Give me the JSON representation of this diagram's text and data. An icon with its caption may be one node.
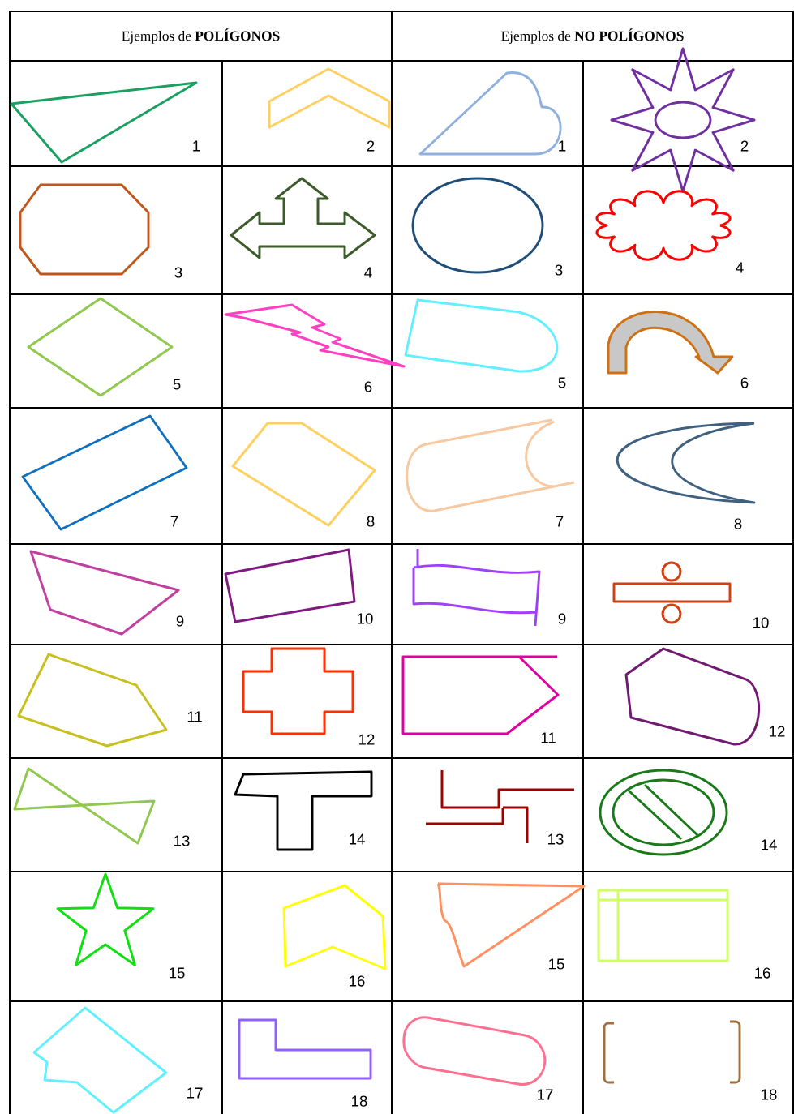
{
  "diagram": {
    "labels": [
      "Ejemplos de **POLÍGONOS**",
      "Ejemplos de **NO POLÍGONOS**",
      "1",
      "2",
      "1",
      "2",
      "3",
      "4",
      "3",
      "4",
      "5",
      "6",
      "5",
      "6",
      "7",
      "8",
      "7",
      "8",
      "9",
      "10",
      "9",
      "10",
      "11",
      "12",
      "11",
      "12",
      "13",
      "14",
      "13",
      "14",
      "15",
      "16",
      "15",
      "16",
      "17",
      "18",
      "17",
      "18"
    ]
  }
}
